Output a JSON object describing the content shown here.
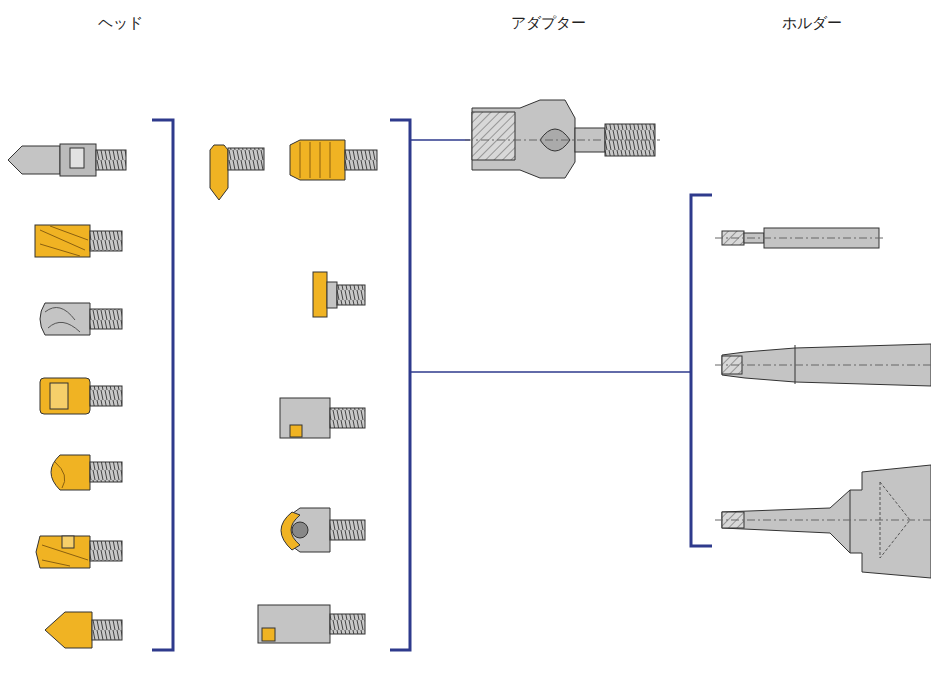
{
  "diagram": {
    "labels": [
      "ヘッド",
      "アダプター",
      "ホルダー"
    ]
  }
}
